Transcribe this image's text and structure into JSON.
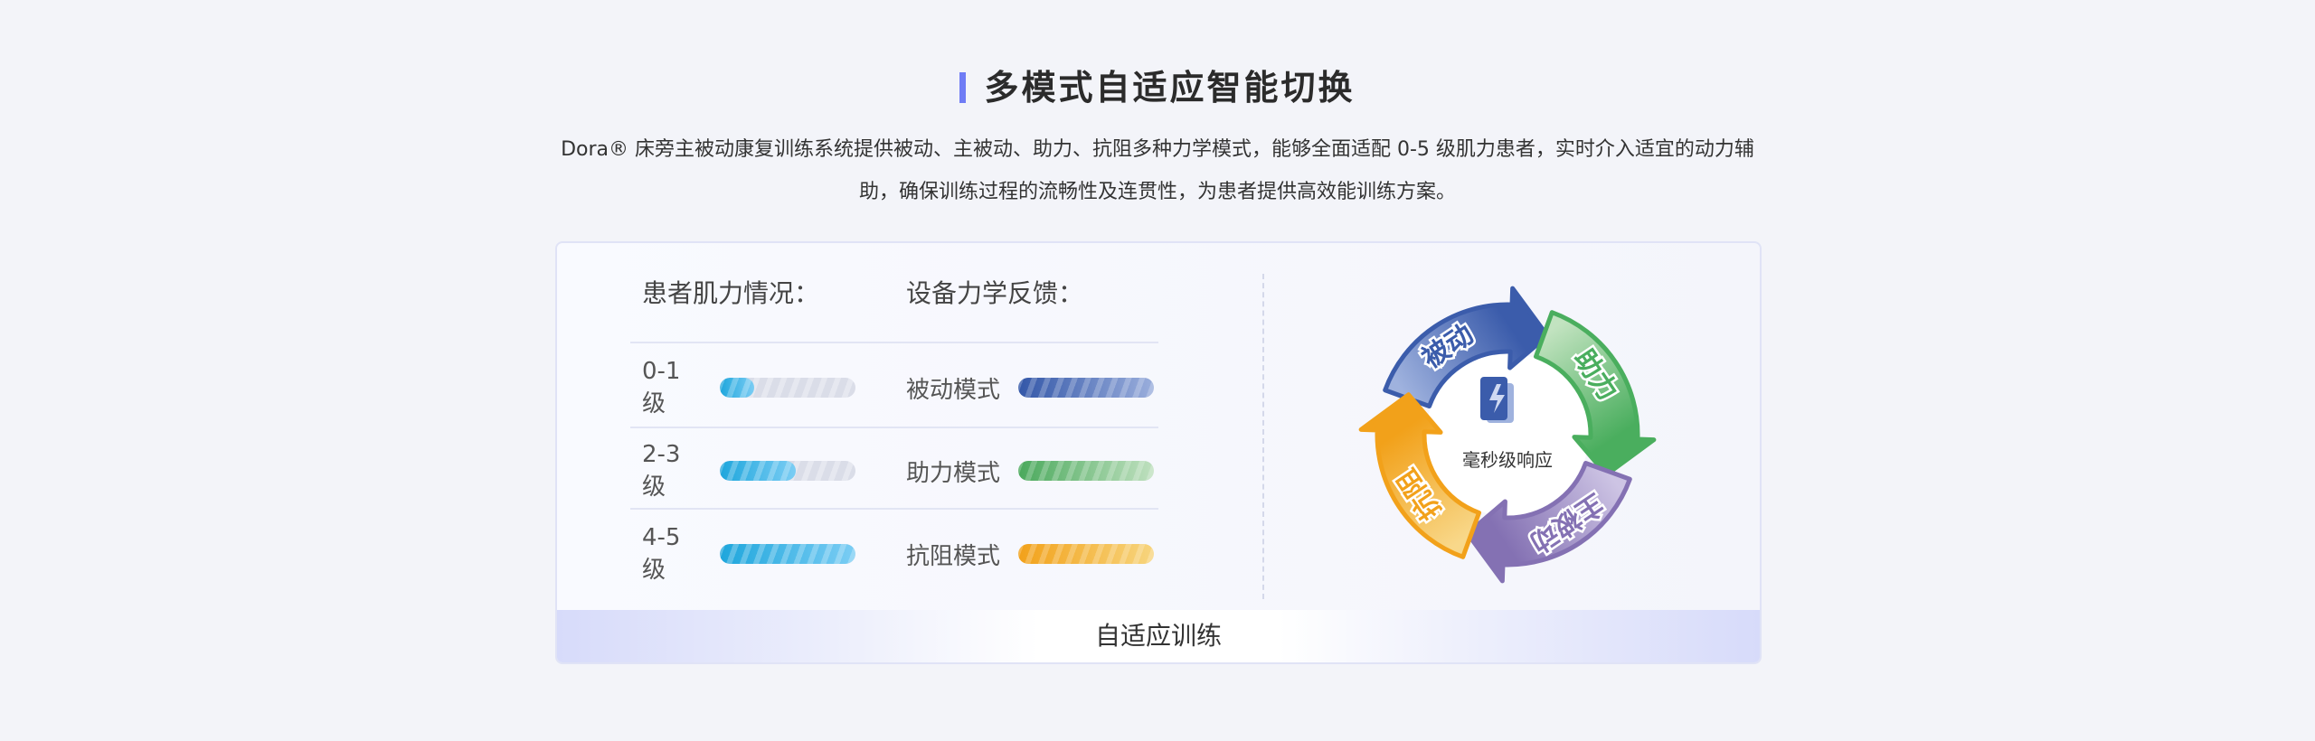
{
  "title": "多模式自适应智能切换",
  "description": "Dora® 床旁主被动康复训练系统提供被动、主被动、助力、抗阻多种力学模式，能够全面适配 0-5 级肌力患者，实时介入适宜的动力辅助，确保训练过程的流畅性及连贯性，为患者提供高效能训练方案。",
  "accent": "#6f7cf5",
  "card": {
    "patient_header": "患者肌力情况：",
    "device_header": "设备力学反馈：",
    "rows": [
      {
        "level": "0-1 级",
        "fill": 0.25,
        "mode": "被动模式",
        "mode_colors": [
          "#3357a8",
          "#9aaedc"
        ]
      },
      {
        "level": "2-3 级",
        "fill": 0.56,
        "mode": "助力模式",
        "mode_colors": [
          "#4aa95c",
          "#bfe0bf"
        ]
      },
      {
        "level": "4-5 级",
        "fill": 1.0,
        "mode": "抗阻模式",
        "mode_colors": [
          "#f2a11a",
          "#f7d57e"
        ]
      }
    ],
    "cycle": {
      "center_label": "毫秒级响应",
      "center_icon": "lightning-battery-icon",
      "segments": [
        {
          "label": "被动",
          "color": "#3b5cab",
          "light": "#9fb2de"
        },
        {
          "label": "助力",
          "color": "#4aae5e",
          "light": "#c2e3c0"
        },
        {
          "label": "主被动",
          "color": "#8471b3",
          "light": "#cdc4e4"
        },
        {
          "label": "抗阻",
          "color": "#f2a11a",
          "light": "#f8d88a"
        }
      ]
    },
    "footer": "自适应训练"
  }
}
